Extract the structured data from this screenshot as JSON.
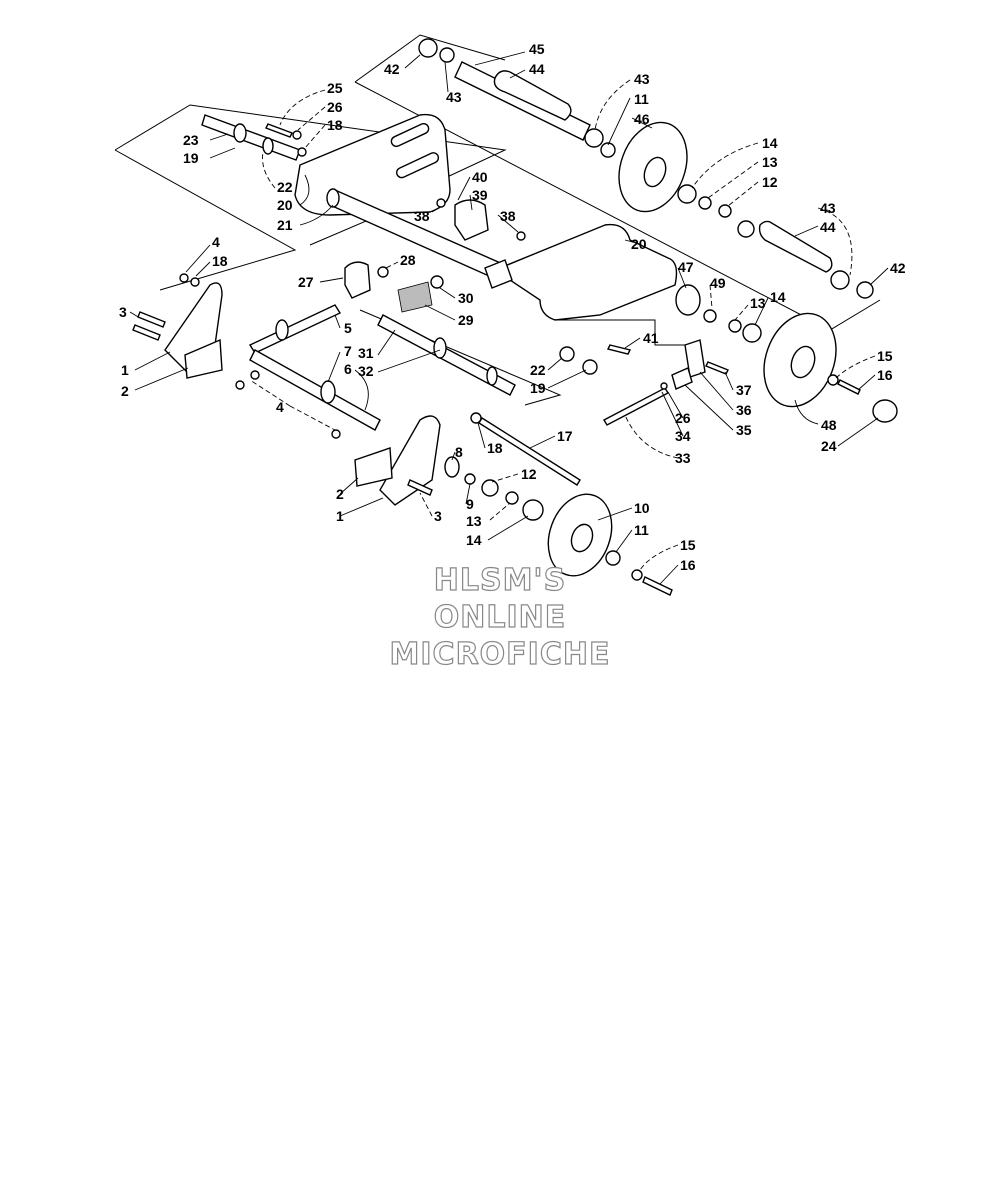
{
  "watermark": [
    "HLSM'S",
    "ONLINE",
    "MICROFICHE"
  ],
  "callouts": [
    "1",
    "2",
    "3",
    "4",
    "5",
    "6",
    "7",
    "8",
    "9",
    "10",
    "11",
    "12",
    "13",
    "14",
    "15",
    "16",
    "17",
    "18",
    "19",
    "20",
    "21",
    "22",
    "23",
    "24",
    "25",
    "26",
    "27",
    "28",
    "29",
    "30",
    "31",
    "32",
    "33",
    "34",
    "35",
    "36",
    "37",
    "38",
    "39",
    "40",
    "41",
    "42",
    "43",
    "44",
    "45",
    "46",
    "47",
    "48",
    "49"
  ]
}
